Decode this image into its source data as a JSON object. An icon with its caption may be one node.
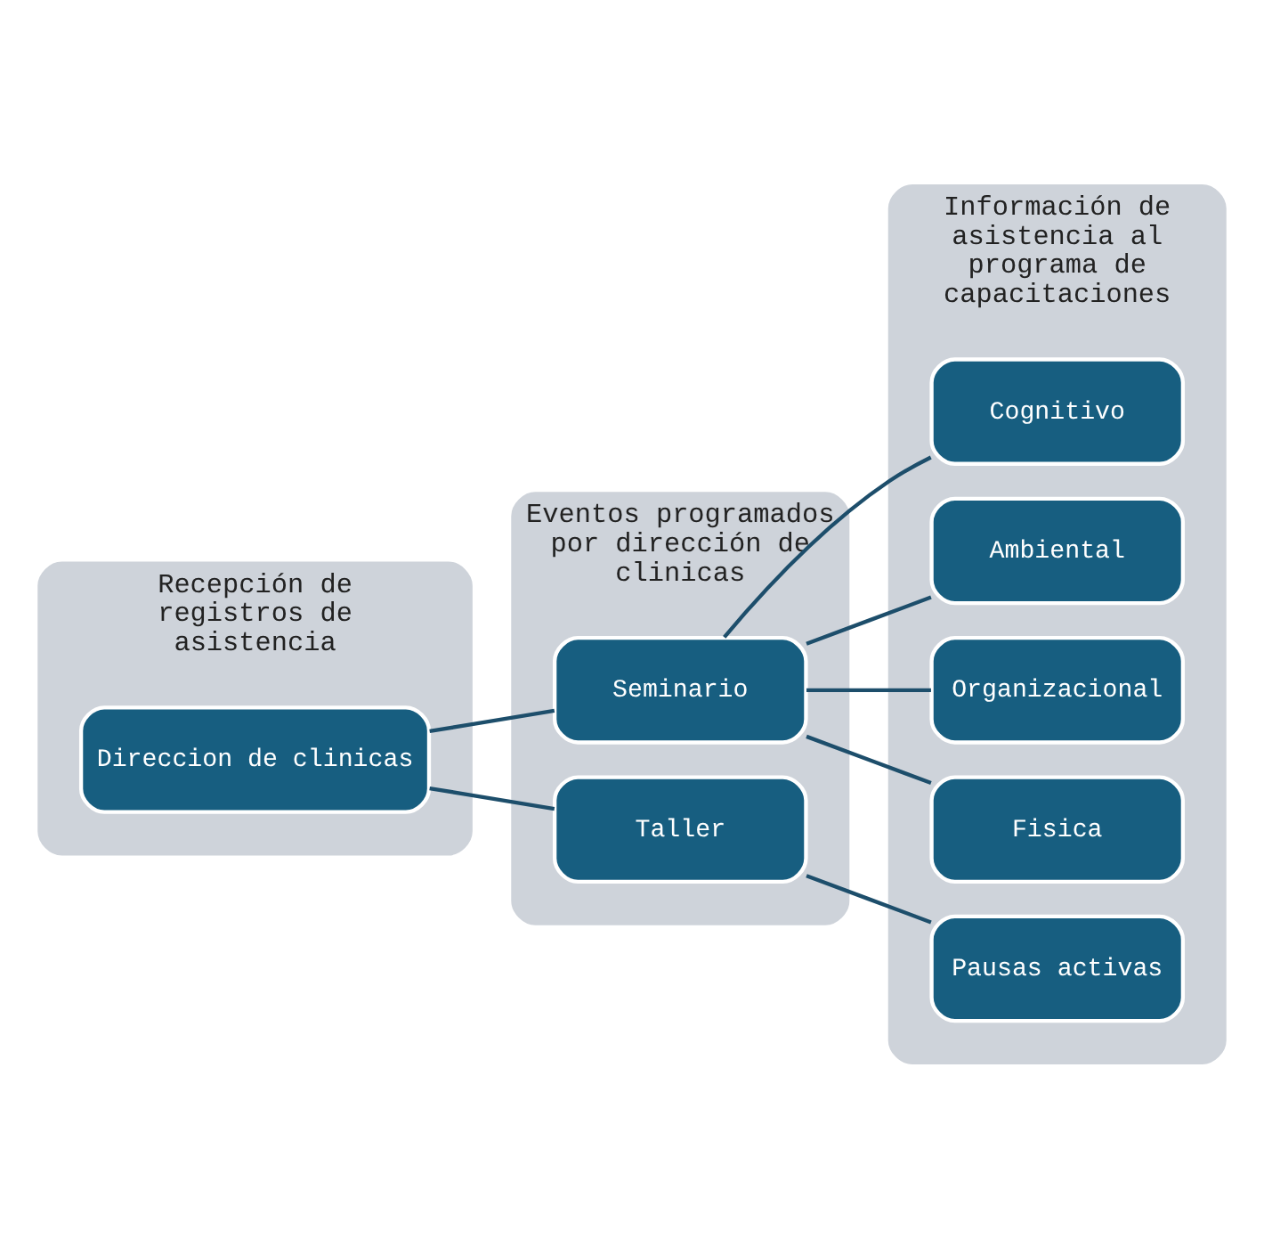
{
  "diagram": {
    "nodes": [
      {
        "text": [
          "Recepción de registros de asistencia"
        ]
      },
      {
        "text": [
          "Eventos programados por dirección de clinicas"
        ]
      },
      {
        "text": [
          "Información de asistencia al programa de capacitaciones"
        ]
      },
      {
        "text": [
          "Direccion de clinicas"
        ],
        "in": 0
      },
      {
        "text": [
          "Seminario"
        ],
        "in": 1
      },
      {
        "text": [
          "Taller"
        ],
        "in": 1
      },
      {
        "text": [
          "Cognitivo"
        ],
        "in": 2
      },
      {
        "text": [
          "Ambiental"
        ],
        "in": 2
      },
      {
        "text": [
          "Organizacional"
        ],
        "in": 2
      },
      {
        "text": [
          "Fisica"
        ],
        "in": 2
      },
      {
        "text": [
          "Pausas activas"
        ],
        "in": 2
      }
    ],
    "edges": [
      {
        "from": 3,
        "to": 4,
        "arrow": "none"
      },
      {
        "from": 3,
        "to": 5,
        "arrow": "none"
      },
      {
        "from": 4,
        "to": 6,
        "arrow": "none"
      },
      {
        "from": 4,
        "to": 7,
        "arrow": "none"
      },
      {
        "from": 4,
        "to": 8,
        "arrow": "none"
      },
      {
        "from": 4,
        "to": 9,
        "arrow": "none"
      },
      {
        "from": 5,
        "to": 10,
        "arrow": "none"
      }
    ]
  }
}
